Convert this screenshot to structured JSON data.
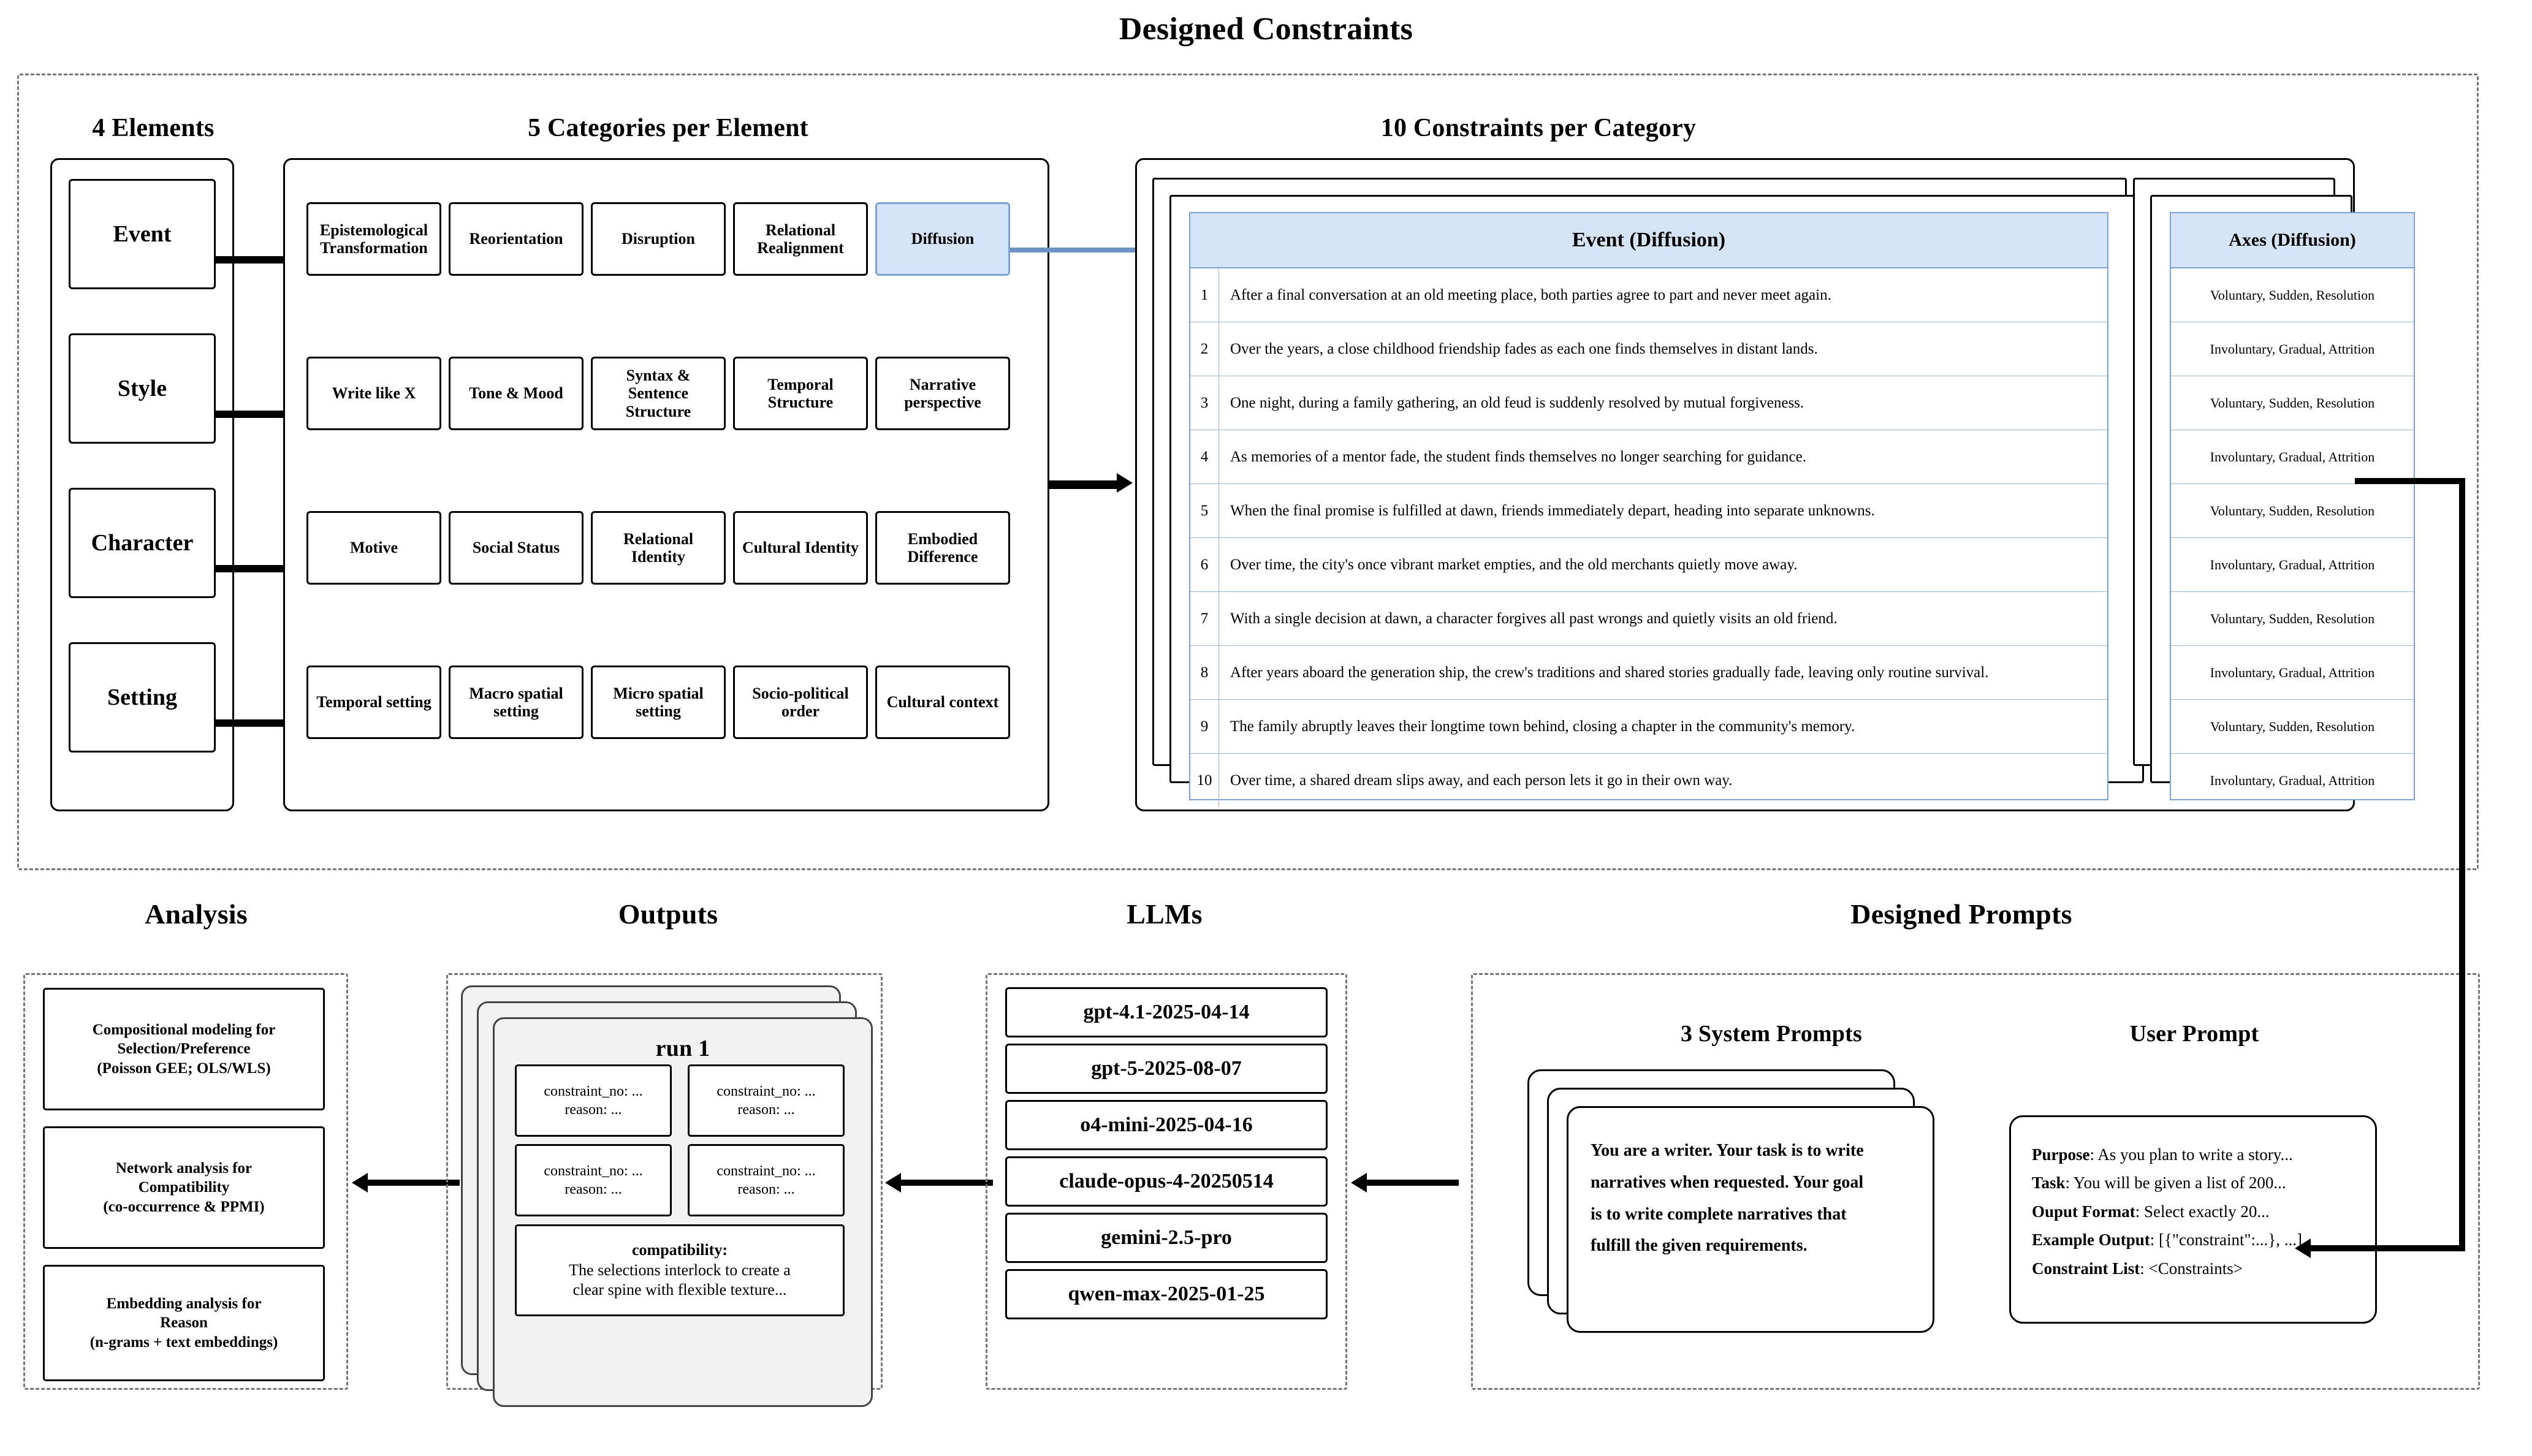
{
  "top": {
    "title": "Designed Constraints",
    "col_headers": {
      "elements": "4 Elements",
      "categories": "5 Categories per Element",
      "constraints": "10 Constraints per Category"
    },
    "elements": [
      {
        "label": "Event"
      },
      {
        "label": "Style"
      },
      {
        "label": "Character"
      },
      {
        "label": "Setting"
      }
    ],
    "categories": [
      {
        "row": "Event",
        "items": [
          "Epistemological Transformation",
          "Reorientation",
          "Disruption",
          "Relational Realignment",
          "Diffusion"
        ],
        "highlight_index": 4
      },
      {
        "row": "Style",
        "items": [
          "Write like X",
          "Tone & Mood",
          "Syntax & Sentence Structure",
          "Temporal Structure",
          "Narrative perspective"
        ],
        "highlight_index": -1
      },
      {
        "row": "Character",
        "items": [
          "Motive",
          "Social Status",
          "Relational Identity",
          "Cultural Identity",
          "Embodied Difference"
        ],
        "highlight_index": -1
      },
      {
        "row": "Setting",
        "items": [
          "Temporal setting",
          "Macro spatial setting",
          "Micro spatial setting",
          "Socio-political order",
          "Cultural context"
        ],
        "highlight_index": -1
      }
    ],
    "constraint_table": {
      "header": "Event (Diffusion)",
      "rows": [
        {
          "no": "1",
          "text": "After a final conversation at an old meeting place, both parties agree to part and never meet again."
        },
        {
          "no": "2",
          "text": "Over the years, a close childhood friendship fades as each one finds themselves in distant lands."
        },
        {
          "no": "3",
          "text": "One night, during a family gathering, an old feud is suddenly resolved by mutual forgiveness."
        },
        {
          "no": "4",
          "text": "As memories of a mentor fade, the student finds themselves no longer searching for guidance."
        },
        {
          "no": "5",
          "text": "When the final promise is fulfilled at dawn, friends immediately depart, heading into separate unknowns."
        },
        {
          "no": "6",
          "text": "Over time, the city's once vibrant market empties, and the old merchants quietly move away."
        },
        {
          "no": "7",
          "text": "With a single decision at dawn, a character forgives all past wrongs and quietly visits an old friend."
        },
        {
          "no": "8",
          "text": "After years aboard the generation ship, the crew's traditions and shared stories gradually fade, leaving only routine survival."
        },
        {
          "no": "9",
          "text": "The family abruptly leaves their longtime town behind, closing a chapter in the community's memory."
        },
        {
          "no": "10",
          "text": "Over time, a shared dream slips away, and each person lets it go in their own way."
        }
      ]
    },
    "axes_table": {
      "header": "Axes (Diffusion)",
      "rows": [
        "Voluntary, Sudden, Resolution",
        "Involuntary, Gradual, Attrition",
        "Voluntary, Sudden, Resolution",
        "Involuntary, Gradual, Attrition",
        "Voluntary, Sudden, Resolution",
        "Involuntary, Gradual, Attrition",
        "Voluntary, Sudden, Resolution",
        "Involuntary, Gradual, Attrition",
        "Voluntary, Sudden, Resolution",
        "Involuntary, Gradual, Attrition"
      ]
    }
  },
  "bottom": {
    "analysis": {
      "title": "Analysis",
      "items": [
        {
          "line1": "Compositional modeling for",
          "line2": "Selection/Preference",
          "line3": "(Poisson GEE; OLS/WLS)"
        },
        {
          "line1": "Network analysis for",
          "line2": "Compatibility",
          "line3": "(co-occurrence & PPMI)"
        },
        {
          "line1": "Embedding analysis for",
          "line2": "Reason",
          "line3": "(n-grams + text embeddings)"
        }
      ]
    },
    "outputs": {
      "title": "Outputs",
      "run_label": "run 1",
      "cards": [
        {
          "l1": "constraint_no: ...",
          "l2": "reason: ..."
        },
        {
          "l1": "constraint_no: ...",
          "l2": "reason: ..."
        },
        {
          "l1": "constraint_no: ...",
          "l2": "reason: ..."
        },
        {
          "l1": "constraint_no: ...",
          "l2": "reason: ..."
        }
      ],
      "compat_label": "compatibility:",
      "compat_line1": "The selections interlock to create a",
      "compat_line2": "clear spine with flexible texture..."
    },
    "llms": {
      "title": "LLMs",
      "models": [
        "gpt-4.1-2025-04-14",
        "gpt-5-2025-08-07",
        "o4-mini-2025-04-16",
        "claude-opus-4-20250514",
        "gemini-2.5-pro",
        "qwen-max-2025-01-25"
      ]
    },
    "prompts": {
      "title": "Designed Prompts",
      "system_title": "3 System Prompts",
      "system_text_lines": [
        "You are a writer. Your task is to write",
        "narratives when requested. Your goal",
        "is to write complete narratives that",
        "fulfill the given requirements."
      ],
      "user_title": "User Prompt",
      "user_lines": [
        {
          "label": "Purpose",
          "value": ": As you plan to write a story..."
        },
        {
          "label": "Task",
          "value": ": You will be given a list of 200..."
        },
        {
          "label": "Ouput Format",
          "value": ": Select exactly 20..."
        },
        {
          "label": "Example Output",
          "value": ": [{\"constraint\":...}, ...]"
        },
        {
          "label": "Constraint List",
          "value": ": <Constraints>"
        }
      ]
    }
  },
  "colors": {
    "highlight_fill": "#d6e4f7",
    "highlight_border": "#7ba1d6",
    "dashed_border": "#777777",
    "line": "#000000"
  }
}
